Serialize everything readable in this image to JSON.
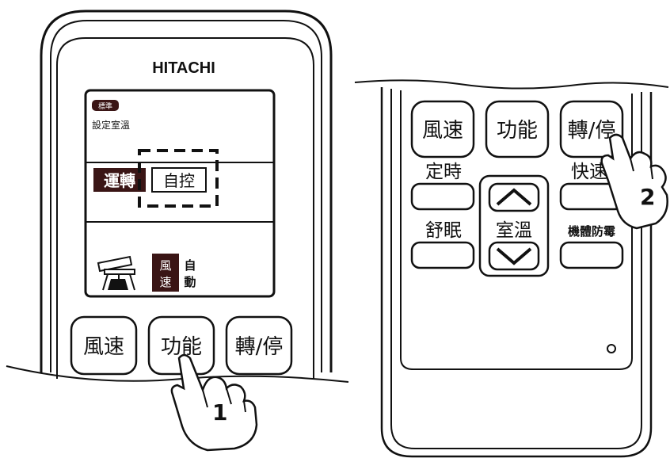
{
  "left_remote": {
    "brand": "HITACHI",
    "screen": {
      "badge": "標準",
      "set_temp_label": "設定室溫",
      "run_label": "運轉",
      "auto_control_label": "自控",
      "fan_label": "風速",
      "fan_auto_label": "自動"
    },
    "buttons": [
      "風速",
      "功能",
      "轉/停"
    ],
    "step_number": "1"
  },
  "right_remote": {
    "top_buttons": [
      "風速",
      "功能",
      "轉/停"
    ],
    "timer_label": "定時",
    "quick_label": "快速",
    "sleep_label": "舒眠",
    "room_temp_label": "室溫",
    "mold_label": "機體防霉",
    "step_number": "2"
  },
  "colors": {
    "line": "#111111",
    "badge_fill": "#3a1515",
    "background": "#ffffff"
  }
}
